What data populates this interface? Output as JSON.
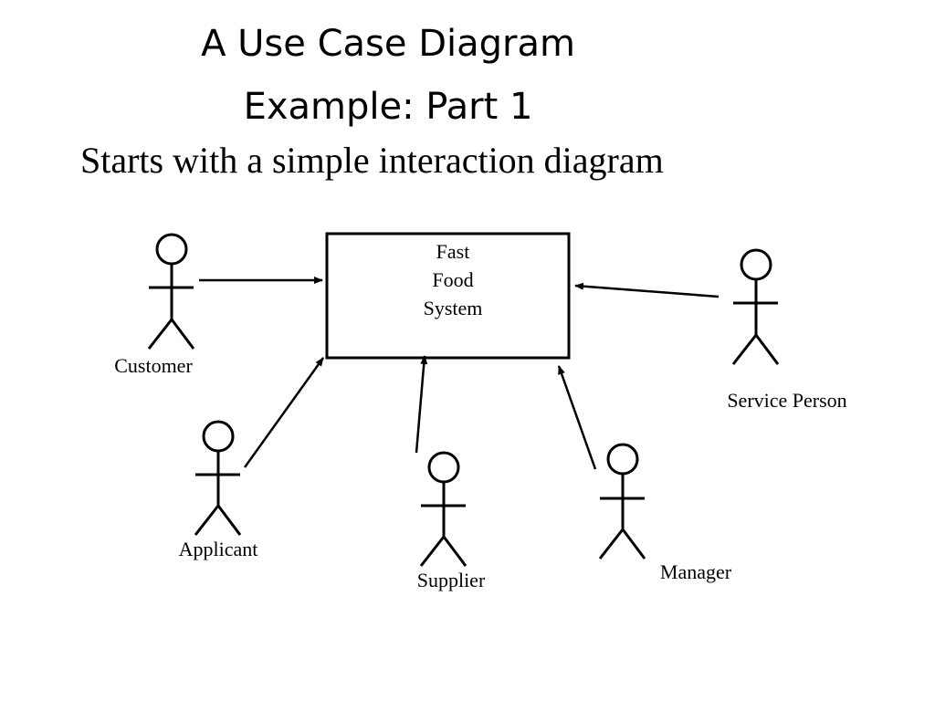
{
  "slide": {
    "title_line_1": "A Use Case Diagram",
    "title_line_2": "Example: Part 1",
    "subtitle": "Starts with a simple interaction diagram"
  },
  "system": {
    "label_line_1": "Fast",
    "label_line_2": "Food",
    "label_line_3": "System"
  },
  "actors": [
    {
      "id": "customer",
      "label": "Customer"
    },
    {
      "id": "applicant",
      "label": "Applicant"
    },
    {
      "id": "supplier",
      "label": "Supplier"
    },
    {
      "id": "manager",
      "label": "Manager"
    },
    {
      "id": "service-person",
      "label": "Service Person"
    }
  ],
  "colors": {
    "stroke": "#000000",
    "background": "#ffffff"
  }
}
